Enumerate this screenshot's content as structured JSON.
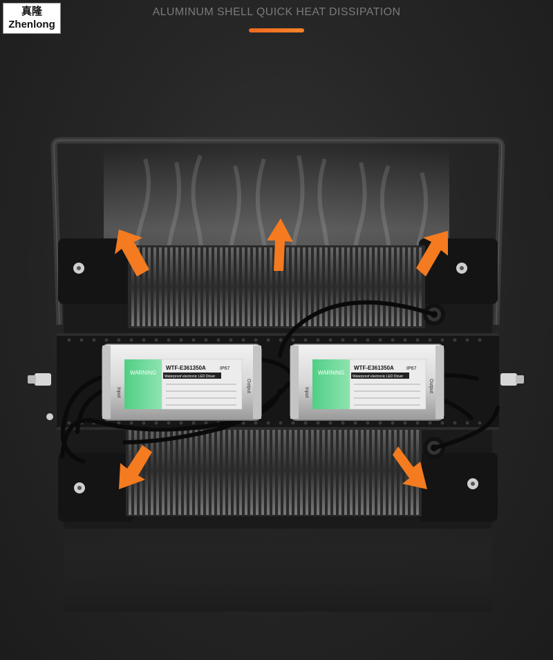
{
  "brand": {
    "cn": "真隆",
    "en": "Zhenlong"
  },
  "headline": "ALUMINUM SHELL QUICK HEAT DISSIPATION",
  "accent_color": "#f47b20",
  "drivers": [
    {
      "model": "WTF-E361350A",
      "warning": "WARNING",
      "subtitle": "Waterproof electronic LED Driver",
      "rating": "IP67",
      "input_label": "Input",
      "output_label": "Output"
    },
    {
      "model": "WTF-E361350A",
      "warning": "WARNING",
      "subtitle": "Waterproof electronic LED Driver",
      "rating": "IP67",
      "input_label": "Input",
      "output_label": "Output"
    }
  ],
  "arrows": [
    "arrow-up-left",
    "arrow-up",
    "arrow-up-right",
    "arrow-down-left",
    "arrow-down-right"
  ]
}
